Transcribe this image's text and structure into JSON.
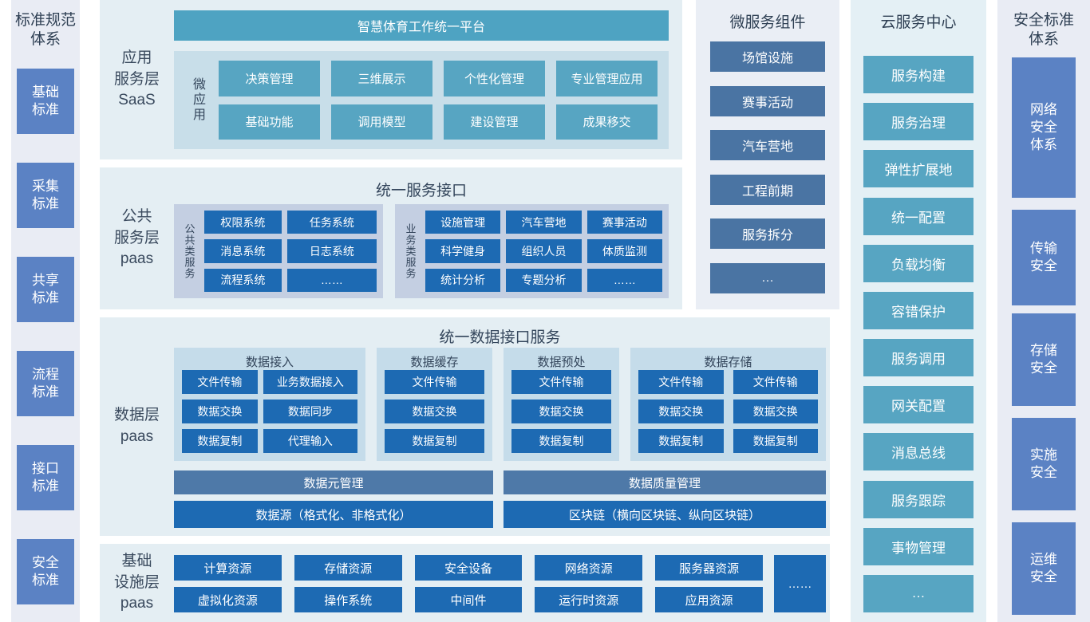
{
  "left_panel": {
    "title": "标准规范\n体系",
    "items": [
      "基础\n标准",
      "采集\n标准",
      "共享\n标准",
      "流程\n标准",
      "接口\n标准",
      "安全\n标准"
    ]
  },
  "saas_section": {
    "label": "应用\n服务层\nSaaS",
    "banner": "智慧体育工作统一平台",
    "micro_label": "微应用",
    "apps": [
      "决策管理",
      "三维展示",
      "个性化管理",
      "专业管理应用",
      "基础功能",
      "调用模型",
      "建设管理",
      "成果移交"
    ]
  },
  "paas_section": {
    "label": "公共\n服务层\npaas",
    "title": "统一服务接口",
    "public_group": {
      "label": "公共类服务",
      "items": [
        "权限系统",
        "任务系统",
        "消息系统",
        "日志系统",
        "流程系统",
        "……"
      ]
    },
    "business_group": {
      "label": "业务类服务",
      "items": [
        "设施管理",
        "汽车营地",
        "赛事活动",
        "科学健身",
        "组织人员",
        "体质监测",
        "统计分析",
        "专题分析",
        "……"
      ]
    }
  },
  "data_section": {
    "label": "数据层\npaas",
    "title": "统一数据接口服务",
    "access_group": {
      "title": "数据接入",
      "items": [
        "文件传输",
        "业务数据接入",
        "数据交换",
        "数据同步",
        "数据复制",
        "代理输入"
      ]
    },
    "cache_group": {
      "title": "数据缓存",
      "items": [
        "文件传输",
        "数据交换",
        "数据复制"
      ]
    },
    "preprocess_group": {
      "title": "数据预处",
      "items": [
        "文件传输",
        "数据交换",
        "数据复制"
      ]
    },
    "storage_group": {
      "title": "数据存储",
      "items": [
        "文件传输",
        "文件传输",
        "数据交换",
        "数据交换",
        "数据复制",
        "数据复制"
      ]
    },
    "meta_bars": [
      "数据元管理",
      "数据质量管理"
    ],
    "source_bars": [
      "数据源（格式化、非格式化）",
      "区块链（横向区块链、纵向区块链）"
    ]
  },
  "infra_section": {
    "label": "基础\n设施层\npaas",
    "items": [
      "计算资源",
      "存储资源",
      "安全设备",
      "网络资源",
      "服务器资源",
      "虚拟化资源",
      "操作系统",
      "中间件",
      "运行时资源",
      "应用资源"
    ],
    "more": "……"
  },
  "microservice_panel": {
    "title": "微服务组件",
    "items": [
      "场馆设施",
      "赛事活动",
      "汽车营地",
      "工程前期",
      "服务拆分",
      "…"
    ]
  },
  "cloud_panel": {
    "title": "云服务中心",
    "items": [
      "服务构建",
      "服务治理",
      "弹性扩展地",
      "统一配置",
      "负载均衡",
      "容错保护",
      "服务调用",
      "网关配置",
      "消息总线",
      "服务跟踪",
      "事物管理",
      "…"
    ]
  },
  "security_panel": {
    "title": "安全标准\n体系",
    "items": [
      "网络\n安全\n体系",
      "传输\n安全",
      "存储\n安全",
      "实施\n安全",
      "运维\n安全"
    ]
  },
  "colors": {
    "teal_banner": "#4ea3c2",
    "teal_button": "#57a5c2",
    "dark_blue_button": "#1d6ab3",
    "slate_box": "#4a74a3",
    "slate_bar": "#4e79a8",
    "periwinkle_box": "#5b82c4",
    "layer_bg": "#e4eef3",
    "saas_inner_bg": "#c8dee9",
    "paas_group_bg": "#c4cfe2",
    "data_group_bg": "#c5dcea",
    "side_panel_bg": "#e9ecf4",
    "title_text": "#2f4054"
  }
}
